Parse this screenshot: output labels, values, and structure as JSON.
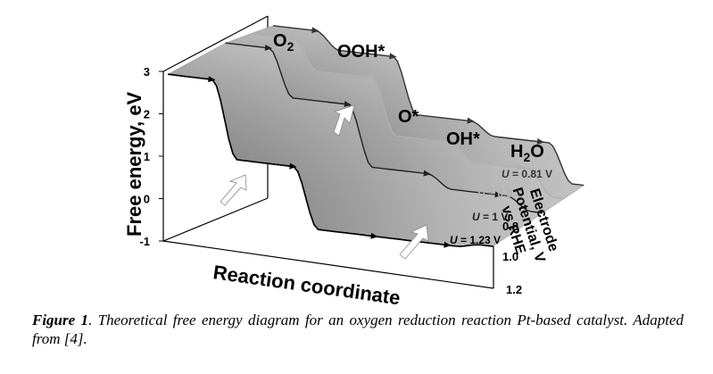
{
  "chart_data": {
    "type": "3d-surface",
    "title": "",
    "ylabel": "Free energy, eV",
    "xlabel": "Reaction coordinate",
    "zlabel_lines": [
      "Electrode",
      "Potential, V",
      "vs RHE"
    ],
    "y_ticks": [
      "3",
      "2",
      "1",
      "0",
      "-1"
    ],
    "z_ticks": [
      "0.8",
      "1.0",
      "1.2"
    ],
    "ylim": [
      -1,
      3
    ],
    "zlim": [
      0.7,
      1.3
    ],
    "states": [
      "O₂",
      "OOH*",
      "O*",
      "OH*",
      "H₂O"
    ],
    "state_labels": {
      "o2": {
        "main": "O",
        "sub": "2"
      },
      "ooh": {
        "main": "OOH*"
      },
      "o": {
        "main": "O*"
      },
      "oh": {
        "main": "OH*"
      },
      "h2o": {
        "main": "H",
        "sub": "2",
        "tail": "O"
      }
    },
    "series": [
      {
        "name": "U = 0.81 V",
        "potential": 0.81,
        "values": [
          2.9,
          2.5,
          1.2,
          0.9,
          0.0
        ]
      },
      {
        "name": "U = 0.9 V",
        "potential": 0.9,
        "values": [
          3.0,
          2.3,
          1.0,
          0.6,
          0.0
        ]
      },
      {
        "name": "U = 1 V",
        "potential": 1.0,
        "values": [
          3.1,
          2.0,
          0.6,
          0.3,
          0.0
        ]
      },
      {
        "name": "U = 1.23 V",
        "potential": 1.23,
        "values": [
          3.1,
          1.3,
          -0.1,
          -0.1,
          0.0
        ]
      }
    ],
    "series_labels": [
      {
        "prefix": "U",
        "value": " = 0.81 V",
        "color": "#333333"
      },
      {
        "prefix": "U",
        "value": " = 0.9 V",
        "color": "#b0b0b0"
      },
      {
        "prefix": "U",
        "value": " = 1 V",
        "color": "#222222"
      },
      {
        "prefix": "U",
        "value": " = 1.23 V",
        "color": "#000000"
      }
    ]
  },
  "caption": {
    "label": "Figure 1",
    "text": ". Theoretical free energy diagram for an oxygen reduction reaction Pt-based catalyst. Adapted from [4]."
  }
}
